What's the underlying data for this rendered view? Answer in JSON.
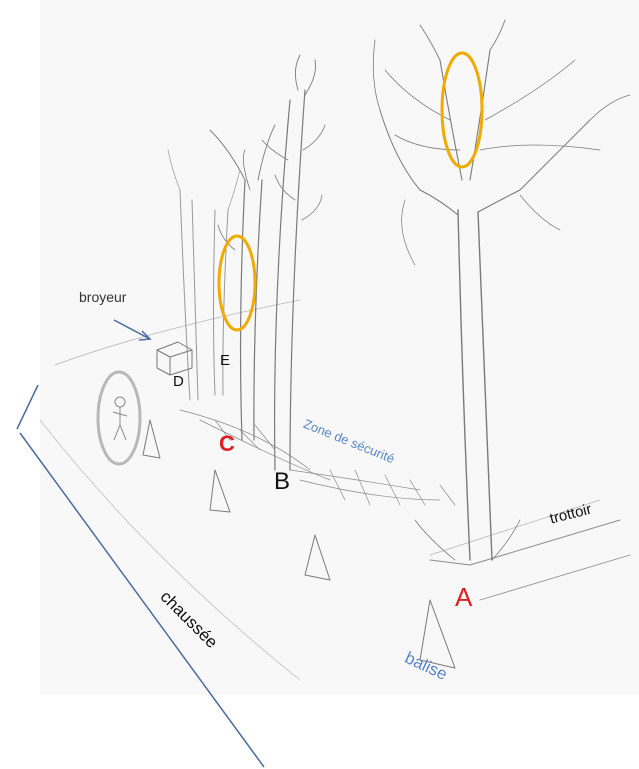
{
  "labels": {
    "broyeur": "broyeur",
    "zone": "Zone de sécurité",
    "trottoir": "trottoir",
    "chaussee": "chaussée",
    "balise": "balise",
    "A": "A",
    "B": "B",
    "C": "C",
    "D": "D",
    "E": "E"
  },
  "colors": {
    "pencil": "#8c8c8c",
    "pencil_dark": "#6e6e6e",
    "highlight_circle": "#f0aa00",
    "person_circle": "#b8b8b8",
    "blue_line": "#4a6d9c",
    "blue_text": "#5a87c5",
    "red_label": "#e02020",
    "black_label": "#111111"
  }
}
